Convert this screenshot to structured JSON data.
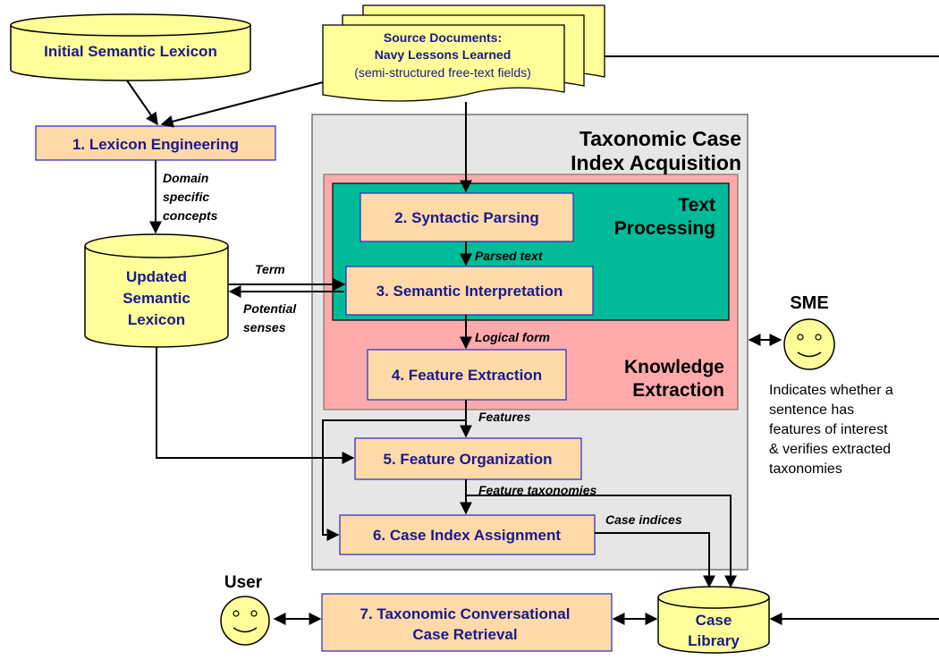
{
  "colors": {
    "cylinder_fill": "#ffff99",
    "process_fill": "#ffd9a8",
    "process_stroke": "#3333cc",
    "process_text": "#1a1a8c",
    "outer_panel": "#e6e6e6",
    "knowledge_panel": "#ffaaaa",
    "text_panel": "#00bb99",
    "line": "#000000"
  },
  "stores": {
    "initial_lexicon": "Initial Semantic Lexicon",
    "updated_lexicon_l1": "Updated",
    "updated_lexicon_l2": "Semantic",
    "updated_lexicon_l3": "Lexicon",
    "case_library_l1": "Case",
    "case_library_l2": "Library"
  },
  "source_docs": {
    "line1": "Source Documents:",
    "line2": "Navy Lessons Learned",
    "line3": "(semi-structured free-text fields)"
  },
  "processes": {
    "p1": "1.  Lexicon Engineering",
    "p2": "2. Syntactic Parsing",
    "p3": "3. Semantic Interpretation",
    "p4": "4. Feature Extraction",
    "p5": "5.  Feature Organization",
    "p6": "6. Case Index Assignment",
    "p7_l1": "7. Taxonomic Conversational",
    "p7_l2": "Case Retrieval"
  },
  "panels": {
    "outer_l1": "Taxonomic Case",
    "outer_l2": "Index Acquisition",
    "text_l1": "Text",
    "text_l2": "Processing",
    "knowledge_l1": "Knowledge",
    "knowledge_l2": "Extraction"
  },
  "flow_labels": {
    "domain_l1": "Domain",
    "domain_l2": "specific",
    "domain_l3": "concepts",
    "term": "Term",
    "potential_l1": "Potential",
    "potential_l2": "senses",
    "parsed_text": "Parsed text",
    "logical_form": "Logical form",
    "features": "Features",
    "feature_taxonomies": "Feature taxonomies",
    "case_indices": "Case indices"
  },
  "actors": {
    "sme": "SME",
    "user": "User",
    "sme_note_l1": "Indicates whether a",
    "sme_note_l2": "sentence has",
    "sme_note_l3": "features of interest",
    "sme_note_l4": "& verifies extracted",
    "sme_note_l5": "taxonomies"
  }
}
